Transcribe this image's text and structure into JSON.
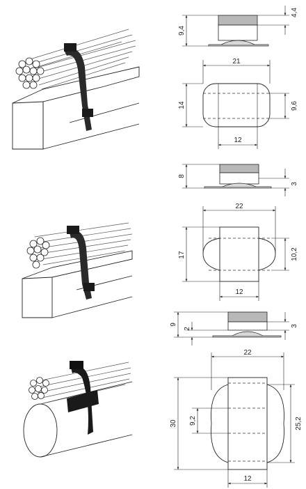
{
  "colors": {
    "line": "#222222",
    "label_fill": "#b8b8b8",
    "tie_dark": "#1a1a1a",
    "base_fill": "#d8d8d8",
    "background": "#ffffff"
  },
  "drawing_1": {
    "side_view": {
      "total_height": "9,4",
      "label_height": "4,4"
    },
    "top_view": {
      "width": "21",
      "height": "14",
      "inner_height": "9,6",
      "label_width": "12"
    }
  },
  "drawing_2": {
    "side_view": {
      "total_height": "8",
      "base_height": "3"
    },
    "top_view": {
      "width": "22",
      "height": "17",
      "inner_height": "10,2",
      "label_width": "12"
    }
  },
  "drawing_3": {
    "side_view": {
      "total_height": "9",
      "base_height": "2",
      "label_height": "3"
    },
    "top_view": {
      "width": "22",
      "height": "30",
      "inner_height": "9,2",
      "side_height": "25,2",
      "label_width": "12"
    }
  }
}
